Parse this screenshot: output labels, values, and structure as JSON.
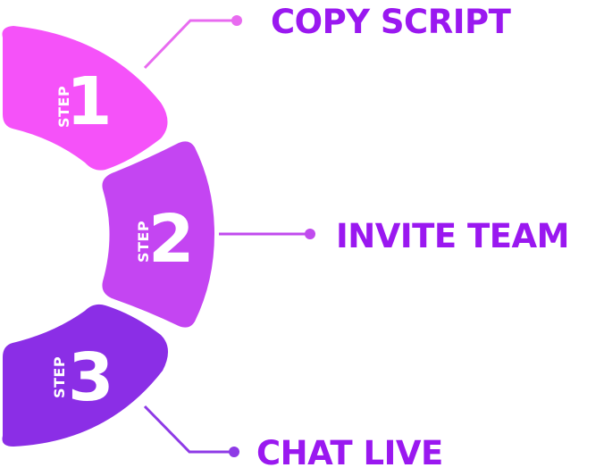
{
  "steps": [
    {
      "word": "STEP",
      "number": "1",
      "label": "COPY SCRIPT",
      "color": "#F552F9",
      "connector_color": "#E86BF0"
    },
    {
      "word": "STEP",
      "number": "2",
      "label": "INVITE TEAM",
      "color": "#C445F2",
      "connector_color": "#C04BEE"
    },
    {
      "word": "STEP",
      "number": "3",
      "label": "CHAT LIVE",
      "color": "#8B2EE6",
      "connector_color": "#8E3AE6"
    }
  ],
  "text_color": "#9A18F0",
  "number_color": "#ffffff"
}
